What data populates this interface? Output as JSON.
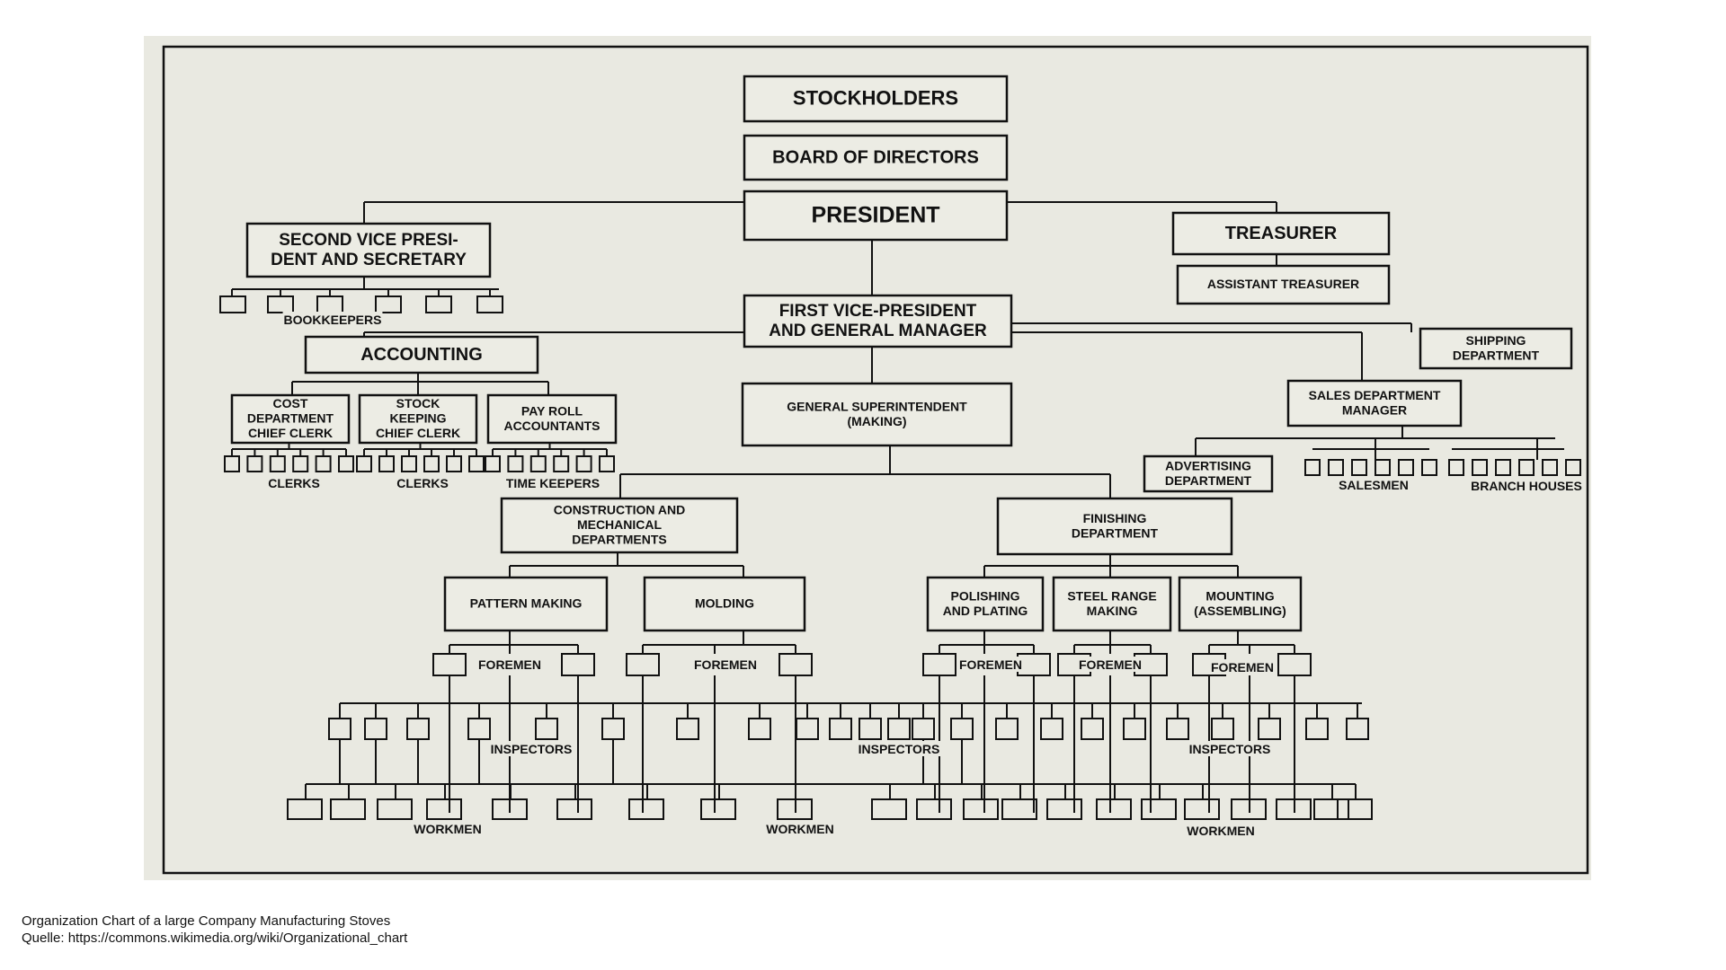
{
  "diagram": {
    "boxes": {
      "stockholders": [
        "STOCKHOLDERS"
      ],
      "board": [
        "BOARD OF DIRECTORS"
      ],
      "president": [
        "PRESIDENT"
      ],
      "treasurer": [
        "TREASURER"
      ],
      "asst_treasurer": [
        "ASSISTANT TREASURER"
      ],
      "second_vp": [
        "SECOND VICE PRESI-",
        "DENT AND SECRETARY"
      ],
      "first_vp": [
        "FIRST VICE-PRESIDENT",
        "AND GENERAL MANAGER"
      ],
      "shipping": [
        "SHIPPING",
        "DEPARTMENT"
      ],
      "accounting": [
        "ACCOUNTING"
      ],
      "cost_dept": [
        "COST",
        "DEPARTMENT",
        "CHIEF CLERK"
      ],
      "stock_keeping": [
        "STOCK",
        "KEEPING",
        "CHIEF CLERK"
      ],
      "pay_roll": [
        "PAY ROLL",
        "ACCOUNTANTS"
      ],
      "gen_super": [
        "GENERAL SUPERINTENDENT",
        "(MAKING)"
      ],
      "sales": [
        "SALES DEPARTMENT",
        "MANAGER"
      ],
      "advertising": [
        "ADVERTISING",
        "DEPARTMENT"
      ],
      "construction": [
        "CONSTRUCTION AND",
        "MECHANICAL",
        "DEPARTMENTS"
      ],
      "finishing": [
        "FINISHING",
        "DEPARTMENT"
      ],
      "pattern": [
        "PATTERN MAKING"
      ],
      "molding": [
        "MOLDING"
      ],
      "polishing": [
        "POLISHING",
        "AND PLATING"
      ],
      "steel_range": [
        "STEEL RANGE",
        "MAKING"
      ],
      "mounting": [
        "MOUNTING",
        "(ASSEMBLING)"
      ]
    },
    "labels": {
      "bookkeepers": "BOOKKEEPERS",
      "clerks_1": "CLERKS",
      "clerks_2": "CLERKS",
      "time_keepers": "TIME KEEPERS",
      "salesmen": "SALESMEN",
      "branch_houses": "BRANCH HOUSES",
      "foremen_1": "FOREMEN",
      "foremen_2": "FOREMEN",
      "foremen_3": "FOREMEN",
      "foremen_4": "FOREMEN",
      "foremen_5": "FOREMEN",
      "inspectors_1": "INSPECTORS",
      "inspectors_2": "INSPECTORS",
      "inspectors_3": "INSPECTORS",
      "workmen_1": "WORKMEN",
      "workmen_2": "WORKMEN",
      "workmen_3": "WORKMEN"
    }
  },
  "caption": {
    "title": "Organization Chart of a large Company Manufacturing Stoves",
    "source": "Quelle: https://commons.wikimedia.org/wiki/Organizational_chart"
  }
}
